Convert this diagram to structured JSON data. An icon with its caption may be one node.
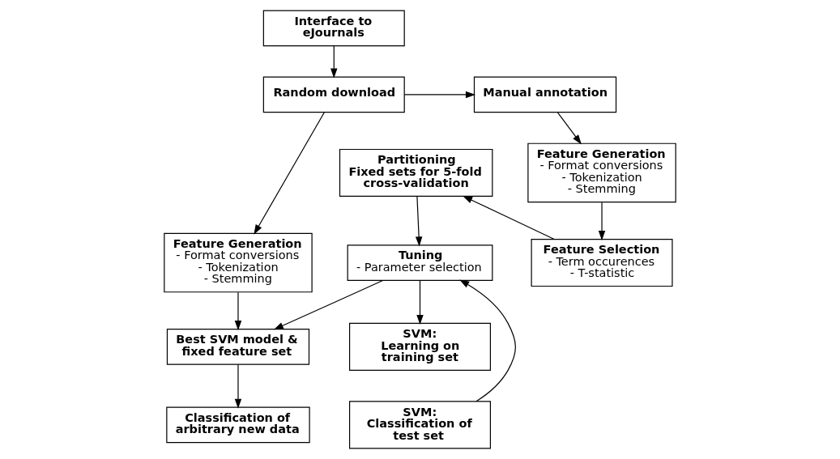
{
  "diagram": {
    "nodes": [
      {
        "text": [
          "Interface to eJournals"
        ]
      },
      {
        "text": [
          "Random download"
        ]
      },
      {
        "text": [
          "Feature Generation",
          "- Format conversions",
          "- Tokenization",
          "- Stemming"
        ]
      },
      {
        "text": [
          "Best SVM model & fixed feature set"
        ]
      },
      {
        "text": [
          "Classification of arbitrary new data"
        ]
      },
      {
        "text": [
          "Manual annotation"
        ]
      },
      {
        "text": [
          "Partitioning",
          "Fixed sets for 5-fold cross-validation"
        ]
      },
      {
        "text": [
          "Tuning",
          "- Parameter selection"
        ]
      },
      {
        "text": [
          "SVM:",
          "Learning on training set"
        ]
      },
      {
        "text": [
          "SVM:",
          "Classification of test set"
        ]
      },
      {
        "text": [
          "Feature Generation",
          "- Format conversions",
          "- Tokenization",
          "- Stemming"
        ]
      },
      {
        "text": [
          "Feature Selection",
          "- Term occurences",
          "- T-statistic"
        ]
      }
    ],
    "edges": [
      {
        "from": 0,
        "to": 1,
        "arrow": "to"
      },
      {
        "from": 1,
        "to": 2,
        "arrow": "to"
      },
      {
        "from": 2,
        "to": 3,
        "arrow": "to"
      },
      {
        "from": 3,
        "to": 4,
        "arrow": "to"
      },
      {
        "from": 1,
        "to": 5,
        "arrow": "to"
      },
      {
        "from": 5,
        "to": 10,
        "arrow": "to"
      },
      {
        "from": 10,
        "to": 11,
        "arrow": "to"
      },
      {
        "from": 11,
        "to": 6,
        "arrow": "to"
      },
      {
        "from": 6,
        "to": 7,
        "arrow": "to"
      },
      {
        "from": 7,
        "to": 8,
        "arrow": "to"
      },
      {
        "from": 9,
        "to": 7,
        "arrow": "to"
      },
      {
        "from": 7,
        "to": 3,
        "arrow": "to"
      }
    ]
  }
}
